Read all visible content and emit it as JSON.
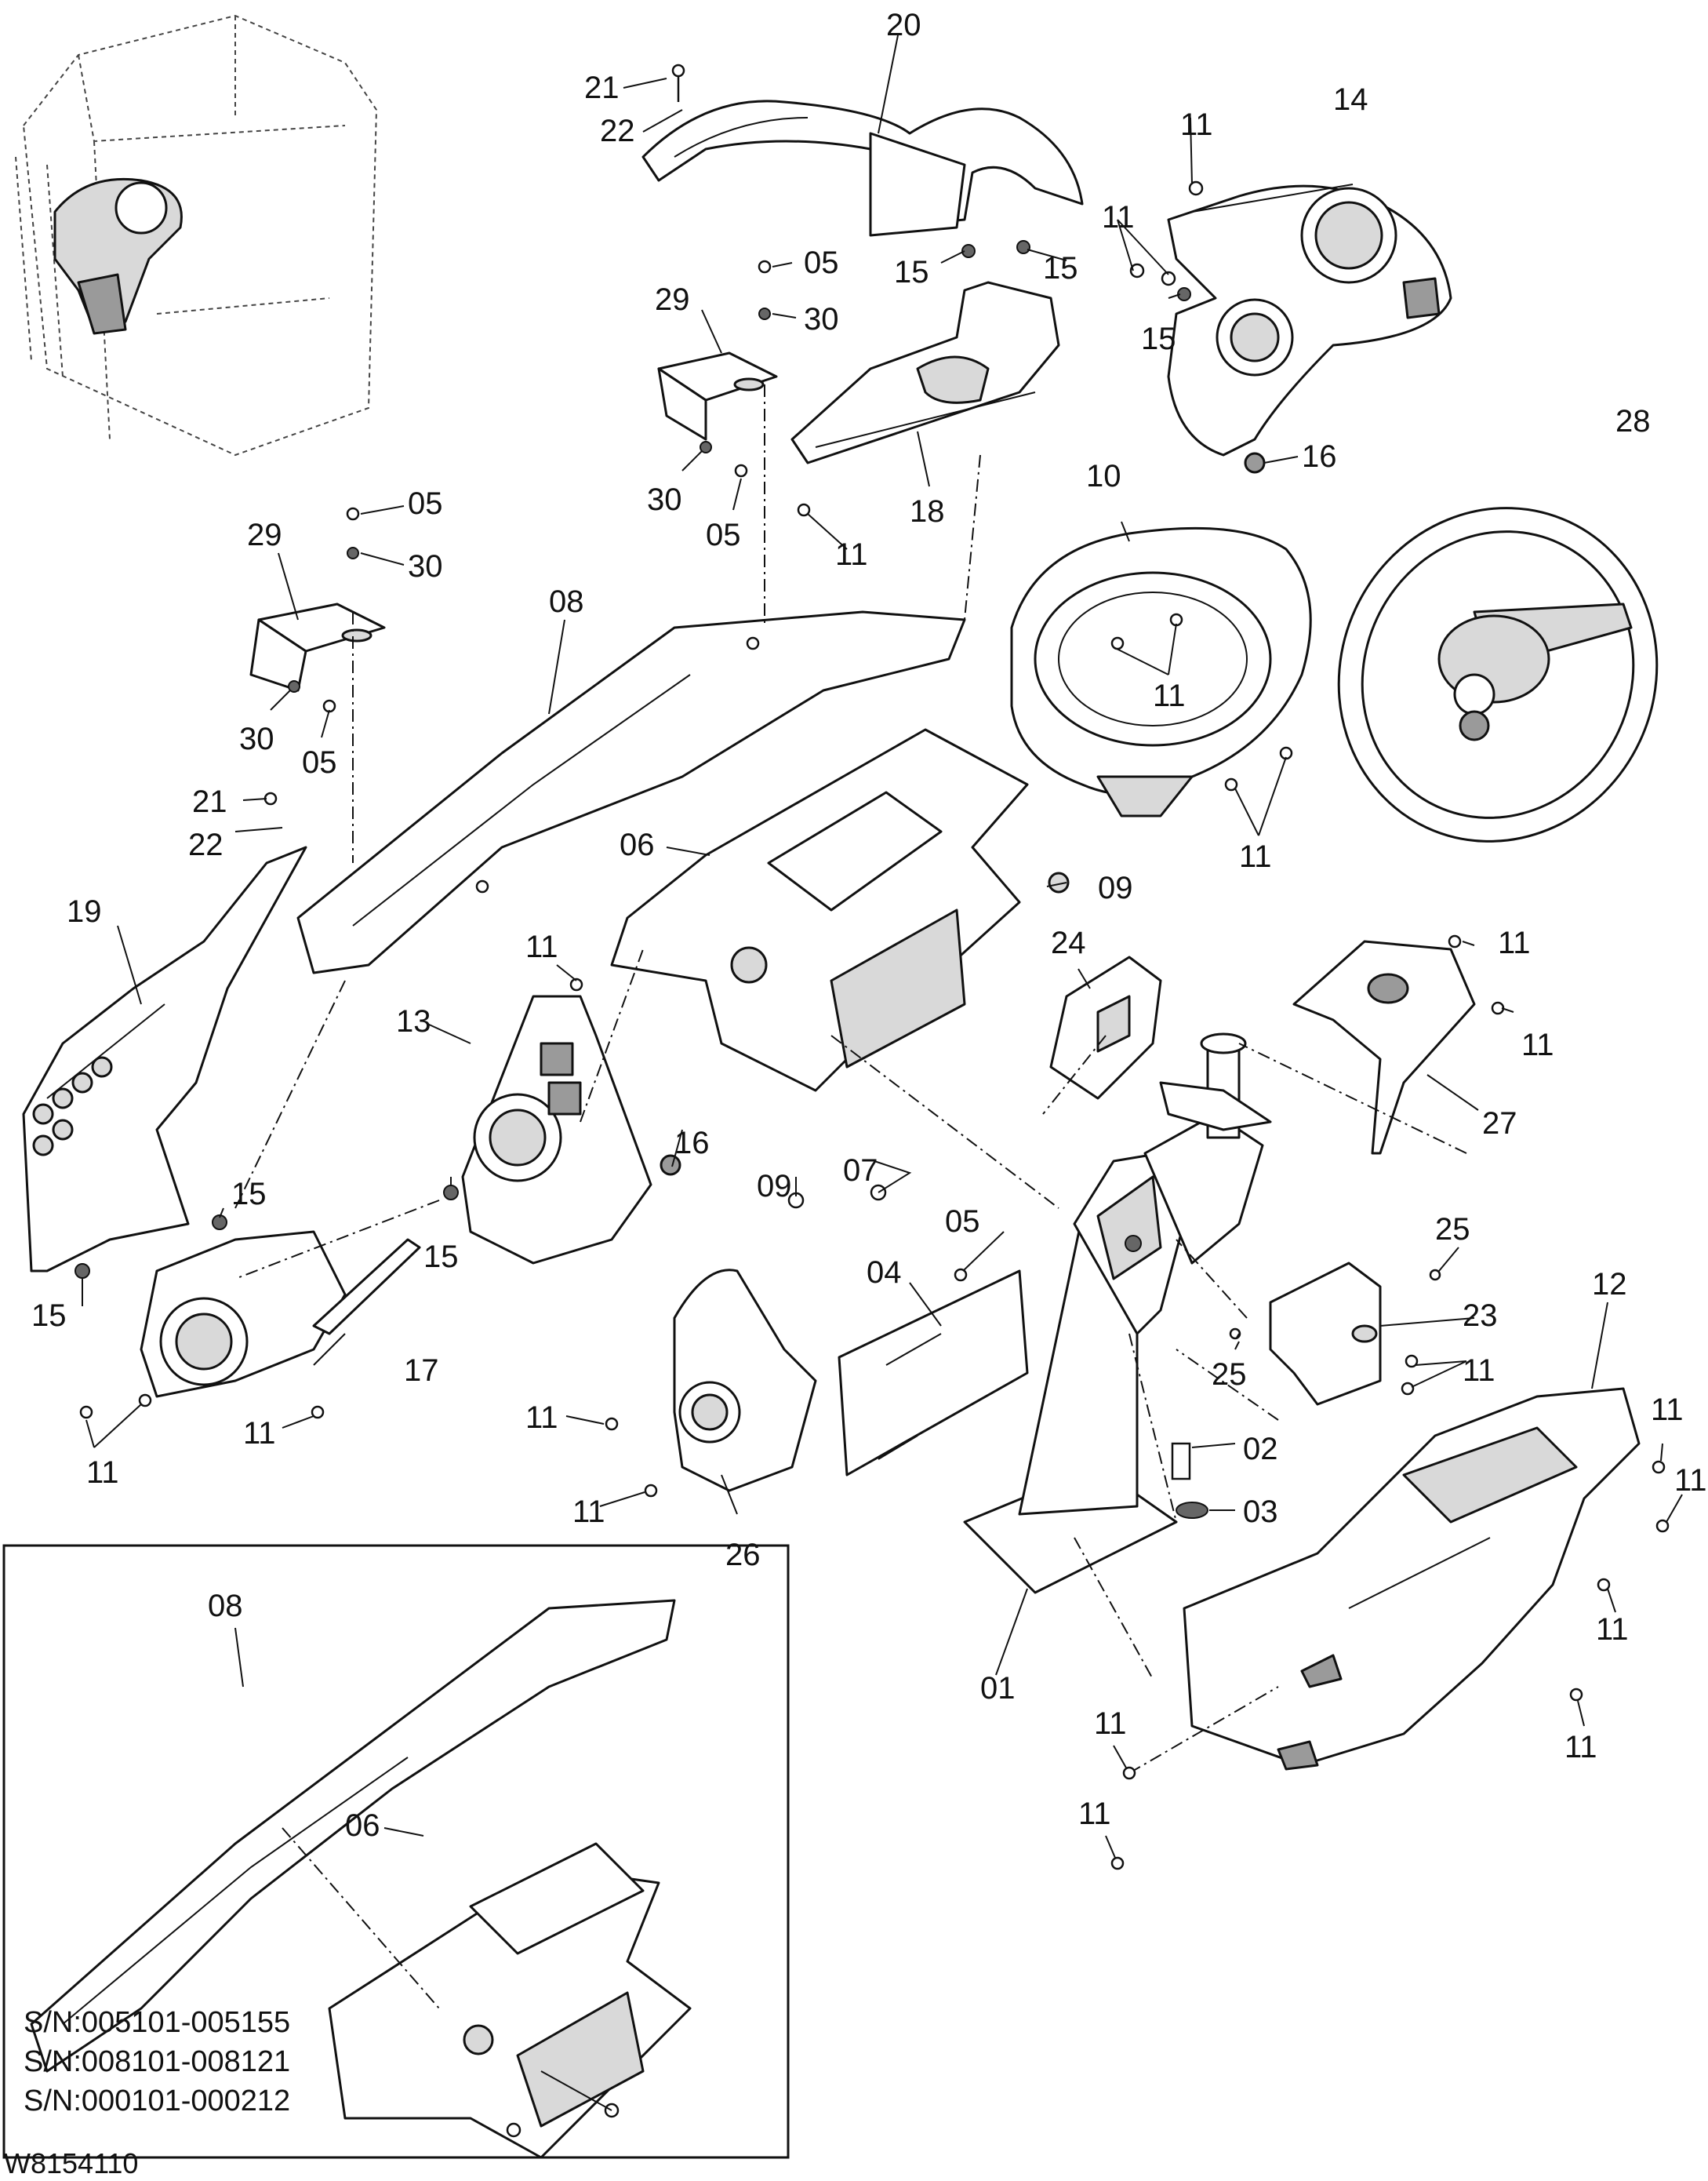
{
  "drawing": {
    "code": "W8154110",
    "inset_serials": [
      "S/N:005101-005155",
      "S/N:008101-008121",
      "S/N:000101-000212"
    ]
  },
  "callouts": {
    "c01": "01",
    "c02": "02",
    "c03": "03",
    "c04": "04",
    "c05": "05",
    "c06": "06",
    "c07": "07",
    "c08": "08",
    "c09": "09",
    "c10": "10",
    "c11": "11",
    "c12": "12",
    "c13": "13",
    "c14": "14",
    "c15": "15",
    "c16": "16",
    "c17": "17",
    "c18": "18",
    "c19": "19",
    "c20": "20",
    "c21": "21",
    "c22": "22",
    "c23": "23",
    "c24": "24",
    "c25": "25",
    "c26": "26",
    "c27": "27",
    "c28": "28",
    "c29": "29",
    "c30": "30"
  }
}
